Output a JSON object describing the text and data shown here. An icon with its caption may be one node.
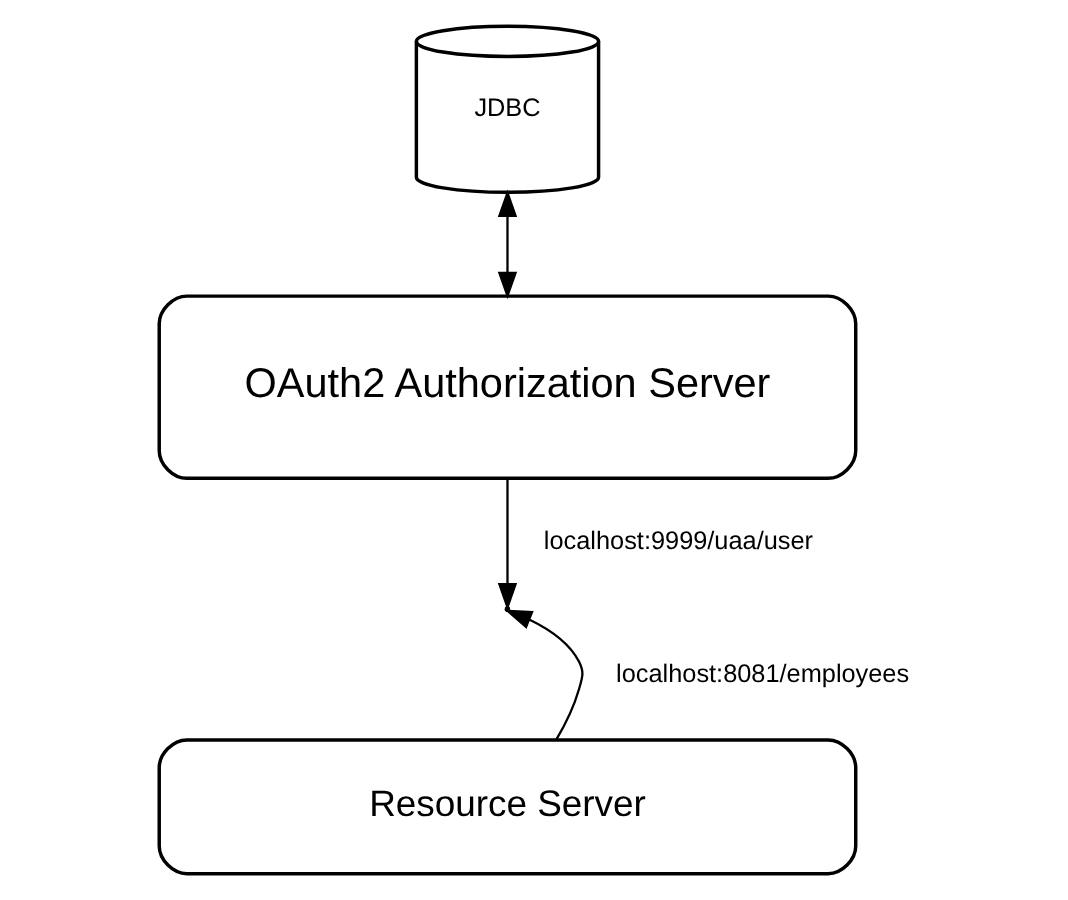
{
  "diagram": {
    "nodes": [
      {
        "text": [
          "OAuth2 Authorization Server"
        ]
      },
      {
        "text": [
          "JDBC"
        ]
      },
      {
        "text": [
          "Resource Server"
        ]
      }
    ],
    "edges": [
      {
        "from": 1,
        "to": 0,
        "arrow": "both"
      },
      {
        "from": 0,
        "to": null,
        "arrow": "to",
        "label": "localhost:9999/uaa/user"
      },
      {
        "from": 2,
        "to": null,
        "arrow": "to",
        "label": "localhost:8081/employees"
      }
    ]
  }
}
